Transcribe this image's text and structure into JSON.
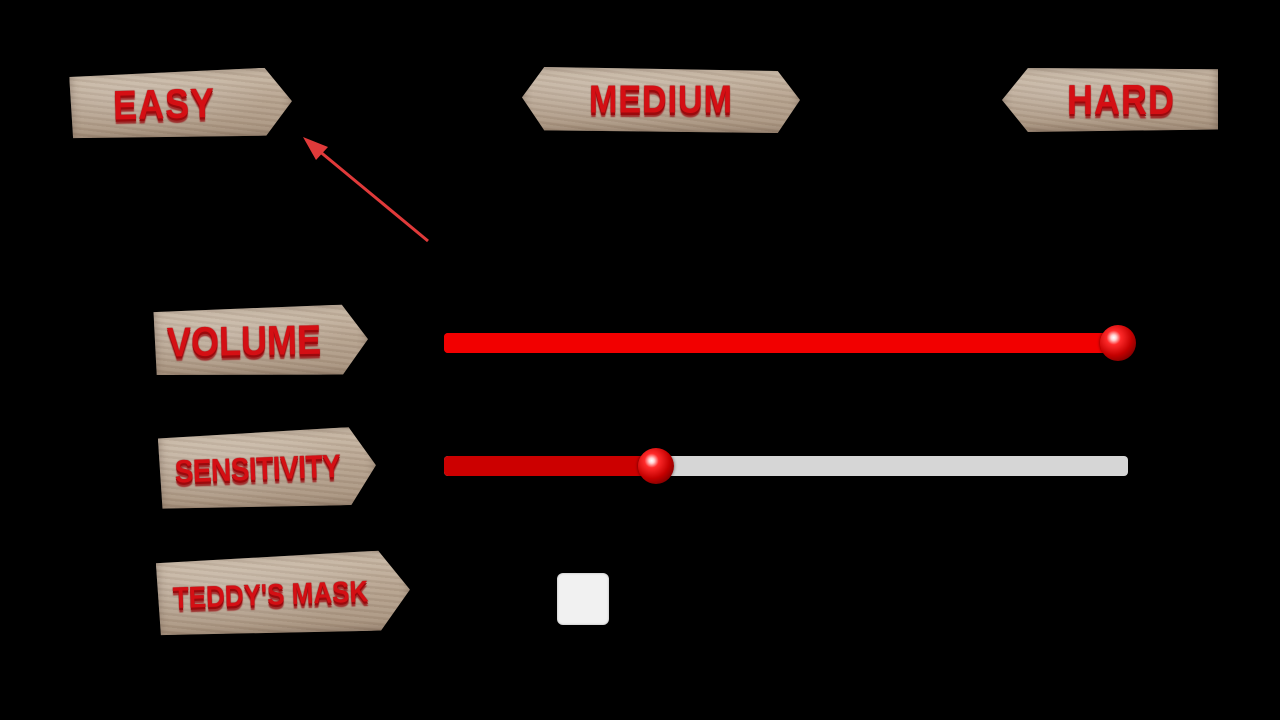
{
  "difficulty": {
    "easy_label": "EASY",
    "medium_label": "MEDIUM",
    "hard_label": "HARD"
  },
  "settings": {
    "volume_label": "VOLUME",
    "sensitivity_label": "SENSITIVITY",
    "teddys_mask_label": "TEDDY'S MASK",
    "volume_level": 0.98,
    "sensitivity_level": 0.31,
    "teddys_mask_checked": false
  },
  "colors": {
    "background": "#000000",
    "label_text": "#d40f14",
    "volume_fill": "#f20000",
    "sensitivity_fill": "#cc0000",
    "slider_track": "#d6d6d6",
    "checkbox": "#f1f1f1",
    "hint_arrow": "#e03a3a"
  },
  "icons": {
    "hint": "arrow-up-left-icon",
    "slider_thumb": "red-orb-icon"
  }
}
